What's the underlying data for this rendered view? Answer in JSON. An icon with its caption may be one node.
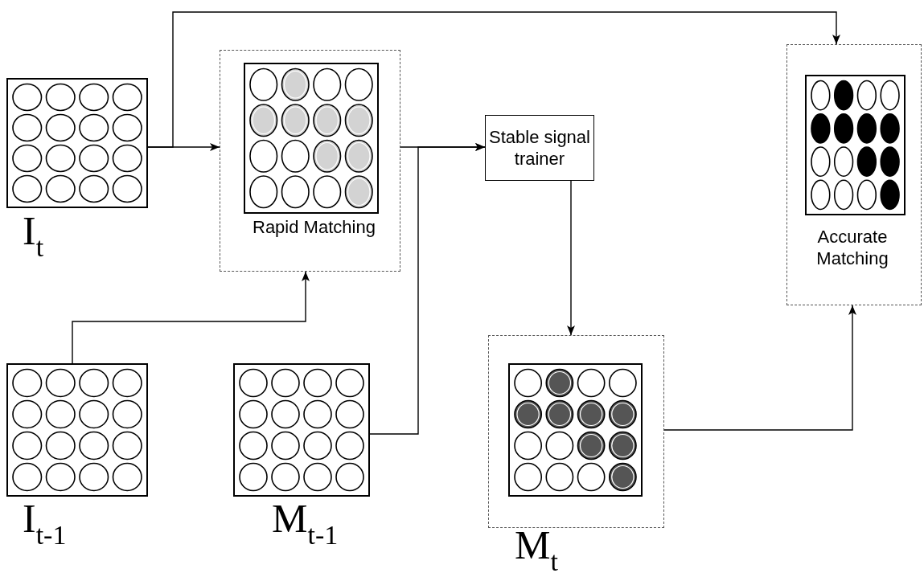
{
  "diagram": {
    "nodes": [
      {
        "text": [
          "I$_{t}$"
        ]
      },
      {
        "text": [
          "Rapid Matching"
        ]
      },
      {
        "text": [],
        "shape": "picture",
        "in": 1
      },
      {
        "text": [
          "Stable signal trainer"
        ]
      },
      {
        "text": [
          "Accurate Matching"
        ]
      },
      {
        "text": [],
        "shape": "picture",
        "in": 4
      },
      {
        "text": [
          "I$_{t-1}$"
        ]
      },
      {
        "text": [
          "M$_{t-1}$"
        ]
      },
      {
        "text": [
          "M$_{t}$"
        ]
      },
      {
        "text": [],
        "shape": "picture",
        "in": 8
      }
    ],
    "edges": [
      {
        "from": 0,
        "to": 1,
        "arrow": "to"
      },
      {
        "from": 0,
        "to": 4,
        "arrow": "to"
      },
      {
        "from": 6,
        "to": 1,
        "arrow": "to"
      },
      {
        "from": 1,
        "to": 3,
        "arrow": "to"
      },
      {
        "from": 7,
        "to": 3,
        "arrow": "to"
      },
      {
        "from": 3,
        "to": 8,
        "arrow": "to"
      },
      {
        "from": 8,
        "to": 4,
        "arrow": "to"
      }
    ]
  }
}
